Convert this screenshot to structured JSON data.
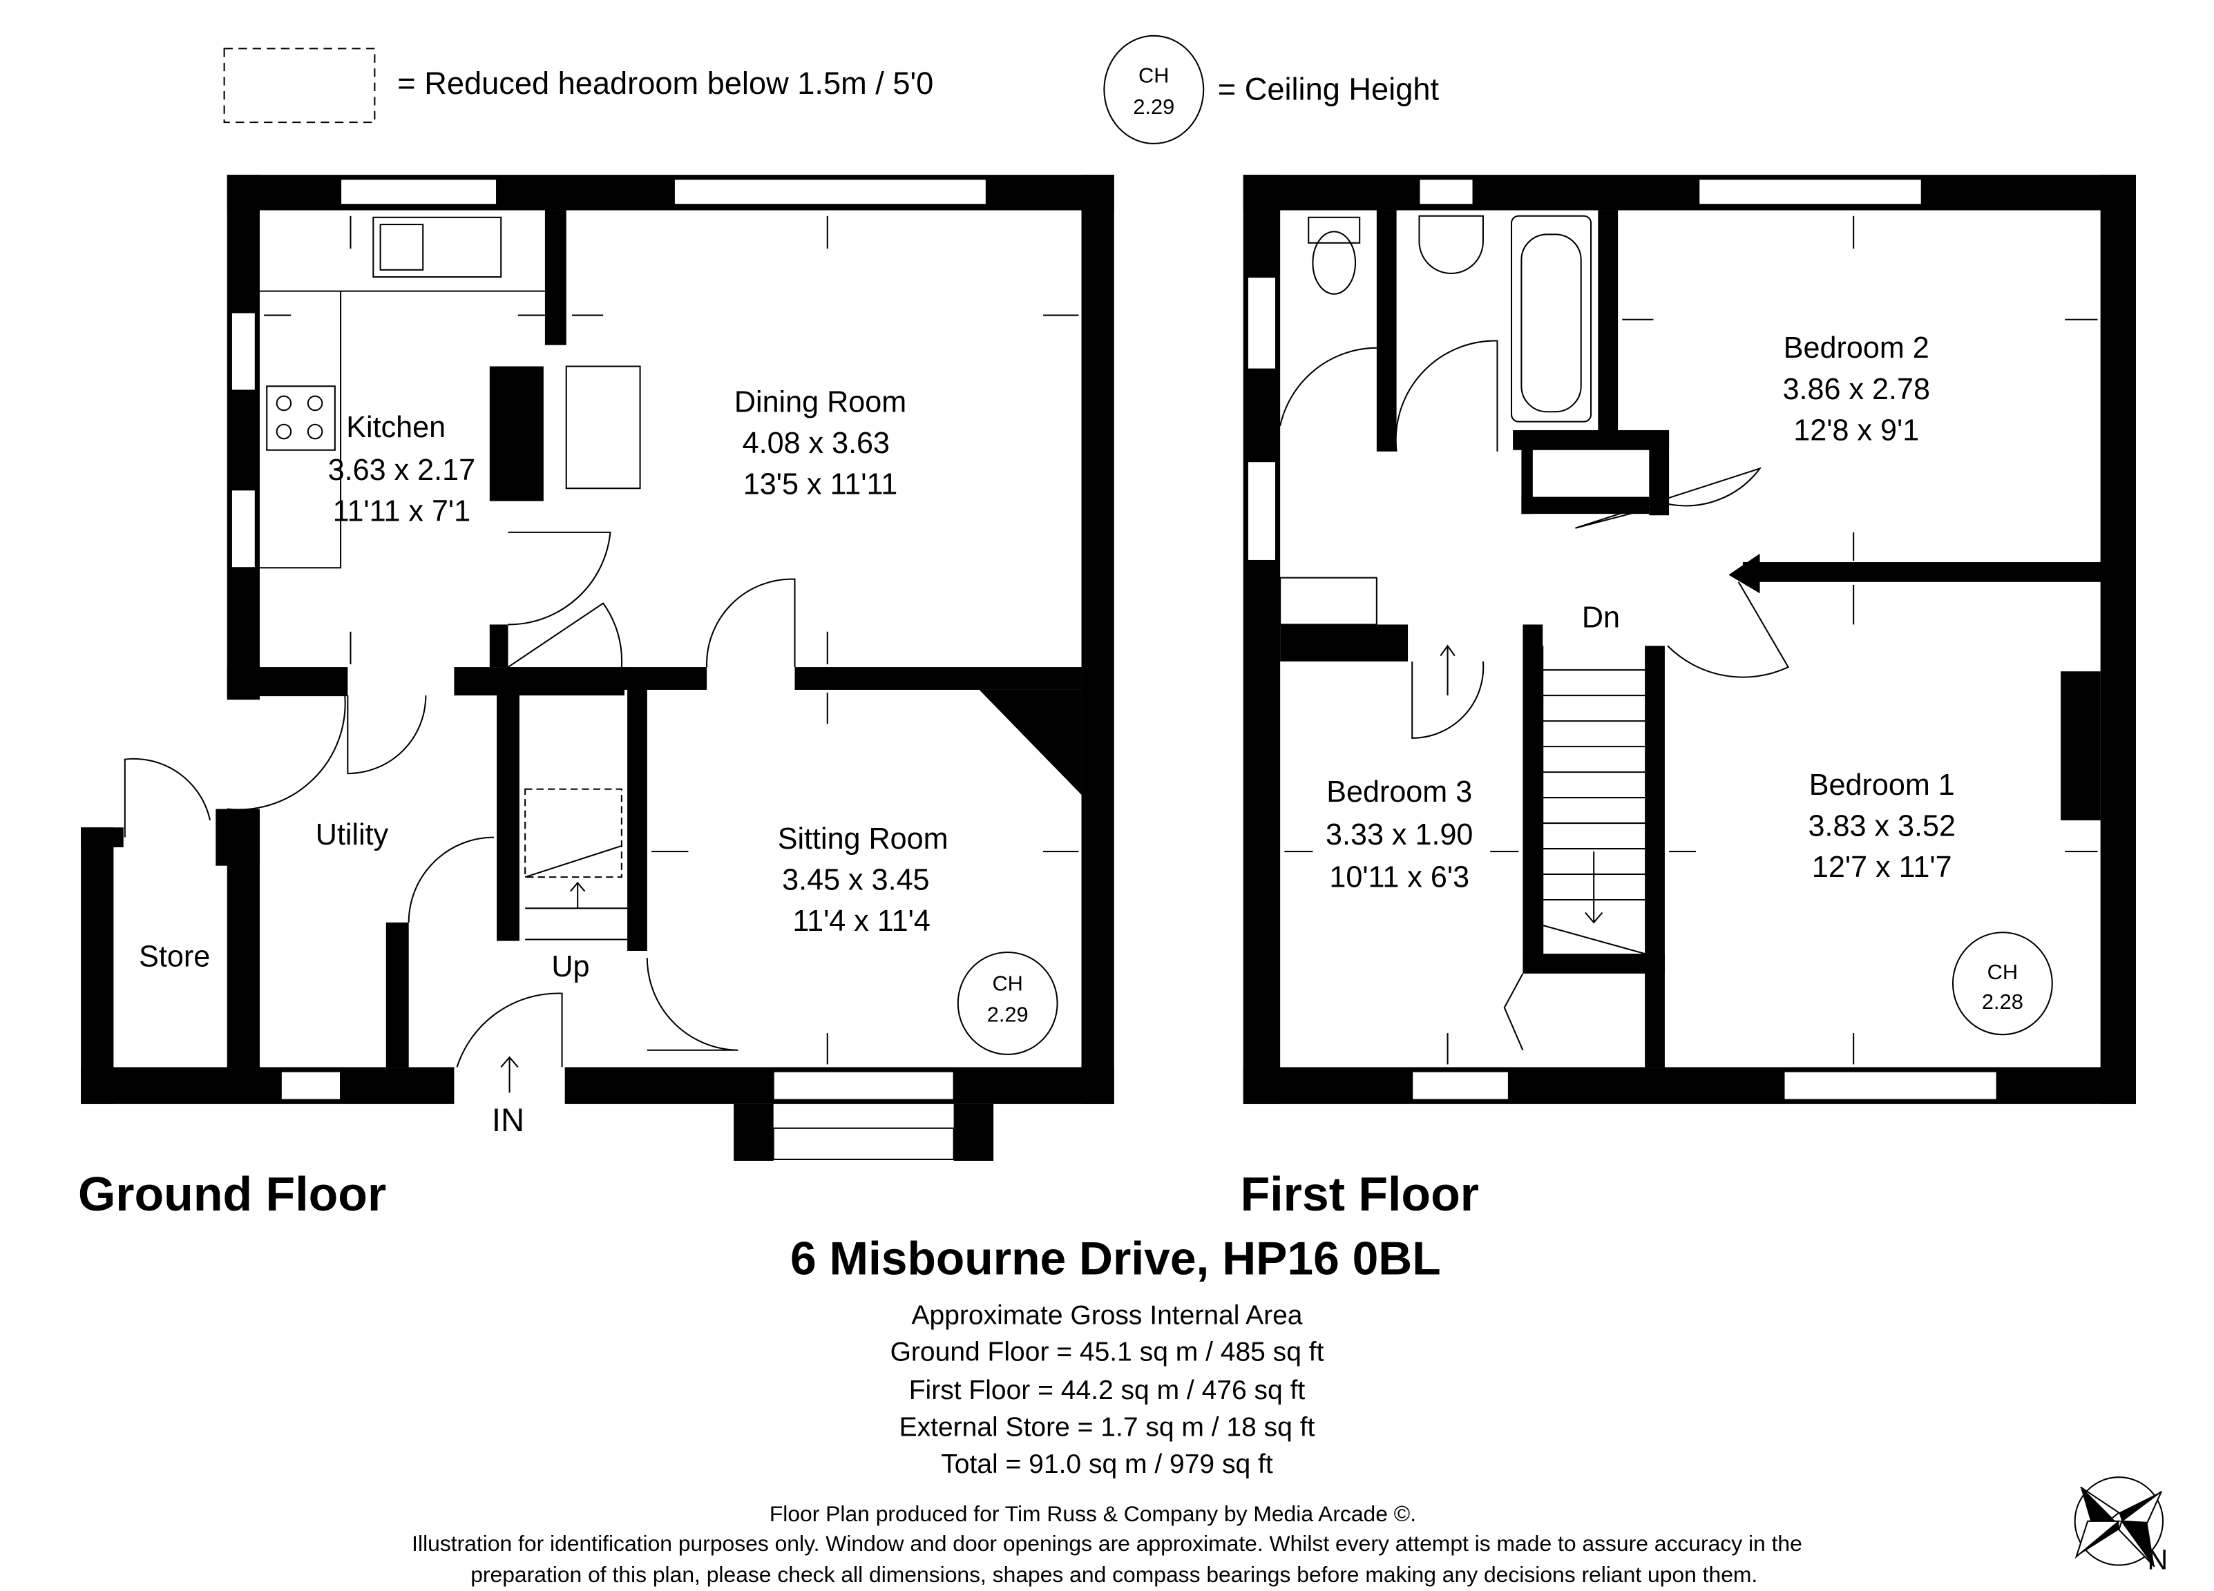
{
  "legend": {
    "reduced_headroom": "= Reduced headroom below 1.5m / 5'0",
    "ch_sample_label": "CH",
    "ch_sample_value": "2.29",
    "ceiling_height": "= Ceiling Height"
  },
  "ground_floor": {
    "title": "Ground Floor",
    "rooms": [
      {
        "name": "Kitchen",
        "metric": "3.63 x 2.17",
        "imperial": "11'11 x 7'1"
      },
      {
        "name": "Dining Room",
        "metric": "4.08 x 3.63",
        "imperial": "13'5 x 11'11"
      },
      {
        "name": "Utility"
      },
      {
        "name": "Store"
      },
      {
        "name": "Sitting Room",
        "metric": "3.45 x 3.45",
        "imperial": "11'4 x 11'4"
      }
    ],
    "stairs_label": "Up",
    "entrance_label": "IN",
    "ceiling": {
      "label": "CH",
      "value": "2.29"
    }
  },
  "first_floor": {
    "title": "First Floor",
    "rooms": [
      {
        "name": "Bedroom 2",
        "metric": "3.86 x 2.78",
        "imperial": "12'8 x 9'1"
      },
      {
        "name": "Bedroom 3",
        "metric": "3.33 x 1.90",
        "imperial": "10'11 x 6'3"
      },
      {
        "name": "Bedroom 1",
        "metric": "3.83 x 3.52",
        "imperial": "12'7 x 11'7"
      }
    ],
    "stairs_label": "Dn",
    "ceiling": {
      "label": "CH",
      "value": "2.28"
    }
  },
  "address": "6 Misbourne Drive, HP16 0BL",
  "area": {
    "heading": "Approximate Gross Internal Area",
    "ground": "Ground Floor = 45.1 sq m / 485 sq ft",
    "first": "First Floor = 44.2 sq m / 476 sq ft",
    "store": "External Store  = 1.7 sq m / 18 sq ft",
    "total": "Total = 91.0 sq m / 979 sq ft"
  },
  "footer": {
    "credit": "Floor Plan produced for Tim Russ & Company by Media Arcade ©.",
    "disclaimer1": "Illustration for identification purposes only. Window and door openings are approximate. Whilst every attempt is made to assure accuracy in the",
    "disclaimer2": "preparation of this plan, please check all dimensions, shapes and compass bearings before making any decisions reliant upon them."
  },
  "compass": {
    "north_label": "N"
  }
}
